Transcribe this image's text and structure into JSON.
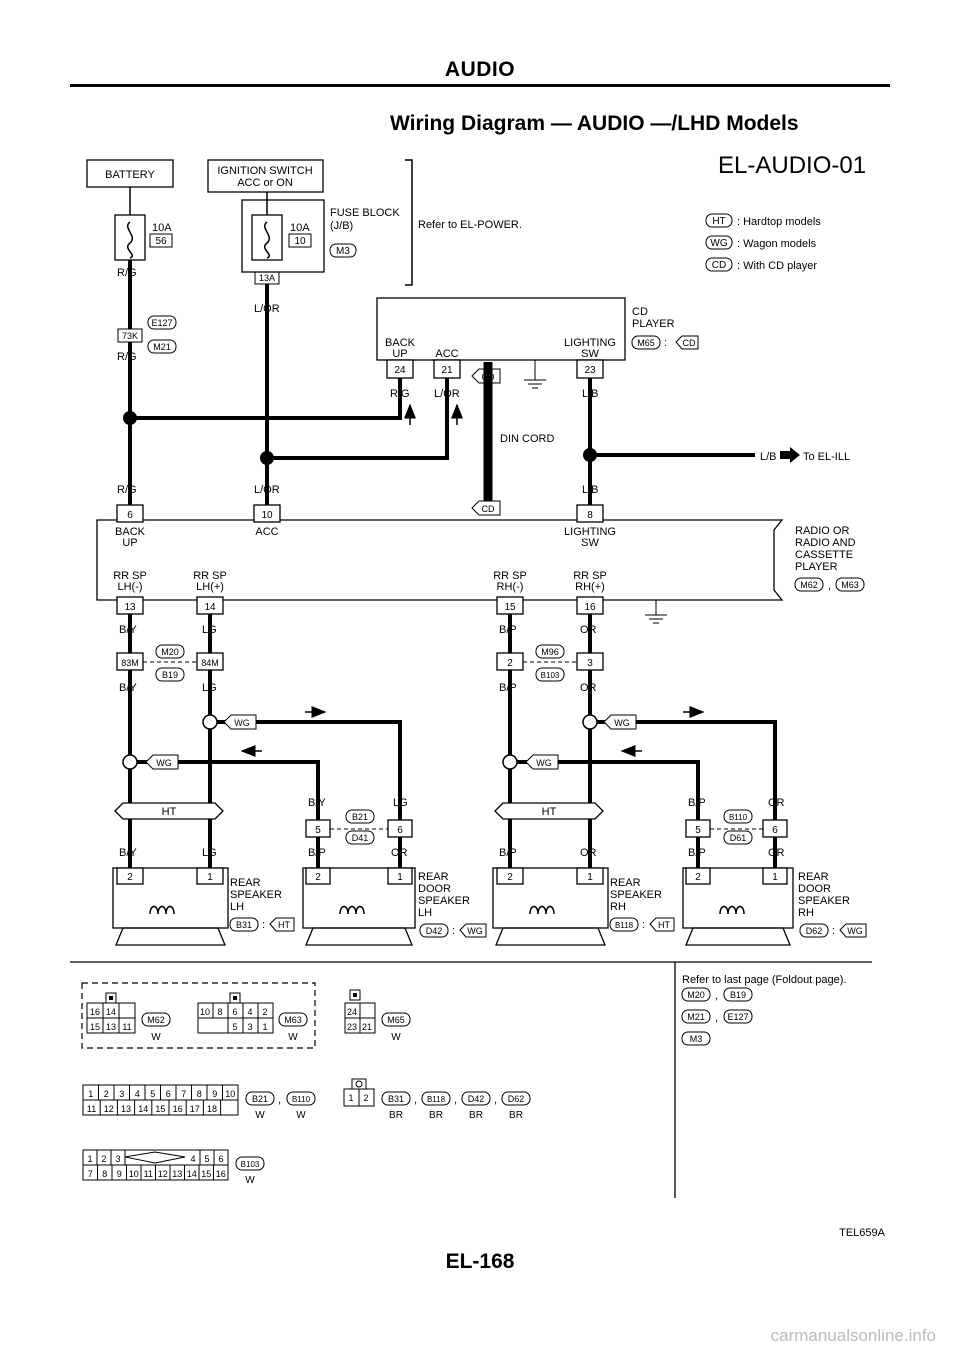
{
  "section_title": "AUDIO",
  "diagram_title": "Wiring Diagram — AUDIO —/LHD Models",
  "code": "EL-AUDIO-01",
  "page_number": "EL-168",
  "figure_id": "TEL659A",
  "watermark": "carmanualsonline.info",
  "battery": "BATTERY",
  "ignition_l1": "IGNITION SWITCH",
  "ignition_l2": "ACC or ON",
  "fuse1_amp": "10A",
  "fuse1_num": "56",
  "fuse2_amp": "10A",
  "fuse2_num": "10",
  "fuse_block_l1": "FUSE BLOCK",
  "fuse_block_l2": "(J/B)",
  "fuse_block_conn": "M3",
  "fuse_term": "13A",
  "refer_power": "Refer to EL-POWER.",
  "legend": [
    {
      "tag": "HT",
      "text": ": Hardtop models"
    },
    {
      "tag": "WG",
      "text": ": Wagon models"
    },
    {
      "tag": "CD",
      "text": ": With CD player"
    }
  ],
  "w_rg": "R/G",
  "w_lor": "L/OR",
  "w_lb": "L/B",
  "w_by": "B/Y",
  "w_lg": "LG",
  "w_bp": "B/P",
  "w_or": "OR",
  "conn_73k": "73K",
  "conn_e127": "E127",
  "conn_m21": "M21",
  "cd_l1": "CD",
  "cd_l2": "PLAYER",
  "cd_conn": "M65",
  "cd_colon": ":",
  "cd_tag": "CD",
  "cd_backup_l1": "BACK",
  "cd_backup_l2": "UP",
  "cd_acc": "ACC",
  "cd_light_l1": "LIGHTING",
  "cd_light_l2": "SW",
  "cd_t1": "24",
  "cd_t2": "21",
  "cd_t3": "23",
  "din_cord": "DIN CORD",
  "to_el_ill": "To EL-ILL",
  "r_t1": "6",
  "r_t2": "10",
  "r_t3": "8",
  "r_backup_l1": "BACK",
  "r_backup_l2": "UP",
  "r_acc": "ACC",
  "r_light_l1": "LIGHTING",
  "r_light_l2": "SW",
  "radio_l1": "RADIO OR",
  "radio_l2": "RADIO AND",
  "radio_l3": "CASSETTE",
  "radio_l4": "PLAYER",
  "radio_c1": "M62",
  "radio_sep": ",",
  "radio_c2": "M63",
  "sp1_l1": "RR SP",
  "sp1_l2": "LH(-)",
  "sp2_l1": "RR SP",
  "sp2_l2": "LH(+)",
  "sp3_l1": "RR SP",
  "sp3_l2": "RH(-)",
  "sp4_l1": "RR SP",
  "sp4_l2": "RH(+)",
  "sp_t1": "13",
  "sp_t2": "14",
  "sp_t3": "15",
  "sp_t4": "16",
  "j1_a": "83M",
  "j1_b": "84M",
  "j1_c1": "M20",
  "j1_c2": "B19",
  "j2_a": "2",
  "j2_b": "3",
  "j2_c1": "M96",
  "j2_c2": "B103",
  "tag_wg": "WG",
  "tag_ht": "HT",
  "dc1_a": "5",
  "dc1_b": "6",
  "dc1_c1": "B21",
  "dc1_c2": "D41",
  "dc2_a": "5",
  "dc2_b": "6",
  "dc2_c1": "B110",
  "dc2_c2": "D61",
  "spk_t_2": "2",
  "spk_t_1": "1",
  "spk1_l1": "REAR",
  "spk1_l2": "SPEAKER",
  "spk1_l3": "LH",
  "spk1_c": "B31",
  "spk2_l1": "REAR",
  "spk2_l2": "DOOR",
  "spk2_l3": "SPEAKER",
  "spk2_l4": "LH",
  "spk2_c": "D42",
  "spk3_l1": "REAR",
  "spk3_l2": "SPEAKER",
  "spk3_l3": "RH",
  "spk3_c": "B118",
  "spk4_l1": "REAR",
  "spk4_l2": "DOOR",
  "spk4_l3": "SPEAKER",
  "spk4_l4": "RH",
  "spk4_c": "D62",
  "refer_foldout": "Refer to last page (Foldout page).",
  "fold1_a": "M20",
  "fold1_b": "B19",
  "fold2_a": "M21",
  "fold2_b": "E127",
  "fold3": "M3",
  "cf1_cells_top": [
    "16",
    "14"
  ],
  "cf1_cells_bot": [
    "15",
    "13",
    "11"
  ],
  "cf1_c": "M62",
  "cf1_col": "W",
  "cf2_cells_top": [
    "10",
    "8",
    "6",
    "4",
    "2"
  ],
  "cf2_cells_bot": [
    "5",
    "3",
    "1"
  ],
  "cf2_c": "M63",
  "cf2_col": "W",
  "cf3_cells_top": [
    "24"
  ],
  "cf3_cells_bot": [
    "23",
    "21"
  ],
  "cf3_c": "M65",
  "cf3_col": "W",
  "cf4_top": [
    "1",
    "2",
    "3",
    "4",
    "5",
    "6",
    "7",
    "8",
    "9",
    "10"
  ],
  "cf4_bot": [
    "11",
    "12",
    "13",
    "14",
    "15",
    "16",
    "17",
    "18"
  ],
  "cf4_c1": "B21",
  "cf4_c2": "B110",
  "cf4_col": "W",
  "cf5_cells": [
    "1",
    "2"
  ],
  "cf5_c1": "B31",
  "cf5_c2": "B118",
  "cf5_c3": "D42",
  "cf5_c4": "D62",
  "cf5_col": "BR",
  "cf6_top_l": [
    "1",
    "2",
    "3"
  ],
  "cf6_top_r": [
    "4",
    "5",
    "6"
  ],
  "cf6_bot": [
    "7",
    "8",
    "9",
    "10",
    "11",
    "12",
    "13",
    "14",
    "15",
    "16"
  ],
  "cf6_c": "B103",
  "cf6_col": "W"
}
